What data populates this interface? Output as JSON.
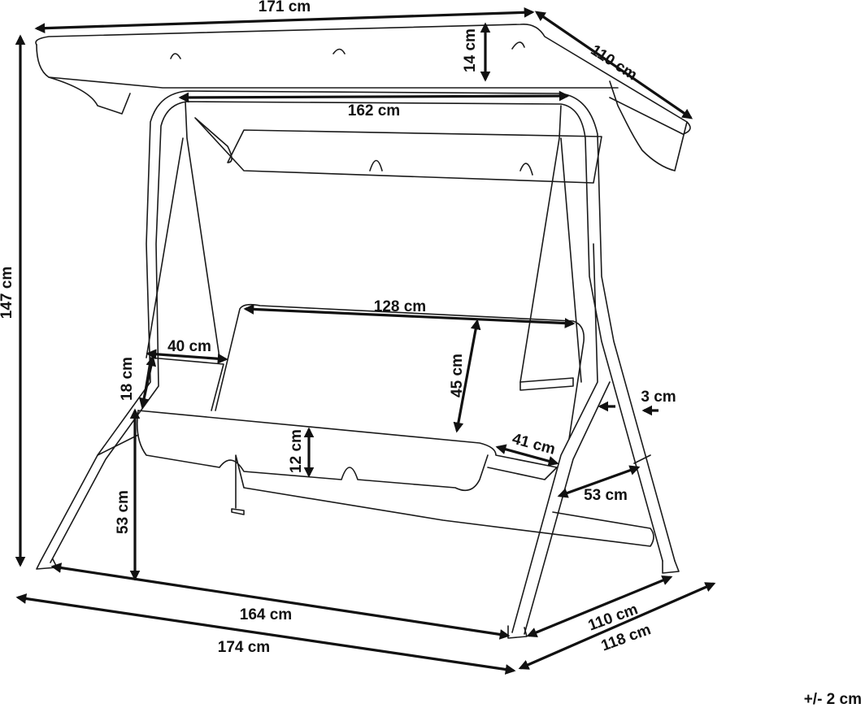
{
  "title": "Swing dimensions diagram",
  "dimensions": {
    "canopy_width": "171 cm",
    "canopy_depth": "110 cm",
    "canopy_height": "14 cm",
    "hanger_span": "162 cm",
    "total_height": "147 cm",
    "backrest_width": "128 cm",
    "armrest_depth": "40 cm",
    "armrest_height": "18 cm",
    "backrest_height": "45 cm",
    "tube_diameter": "3 cm",
    "seat_thickness": "12 cm",
    "seat_depth": "41 cm",
    "frame_inner_depth": "53 cm",
    "seat_height": "53 cm",
    "base_inner_width": "164 cm",
    "base_outer_width": "174 cm",
    "base_inner_depth": "110 cm",
    "base_outer_depth": "118 cm"
  },
  "tolerance": "+/- 2 cm",
  "colors": {
    "line": "#1a1a1a",
    "background": "#ffffff"
  }
}
